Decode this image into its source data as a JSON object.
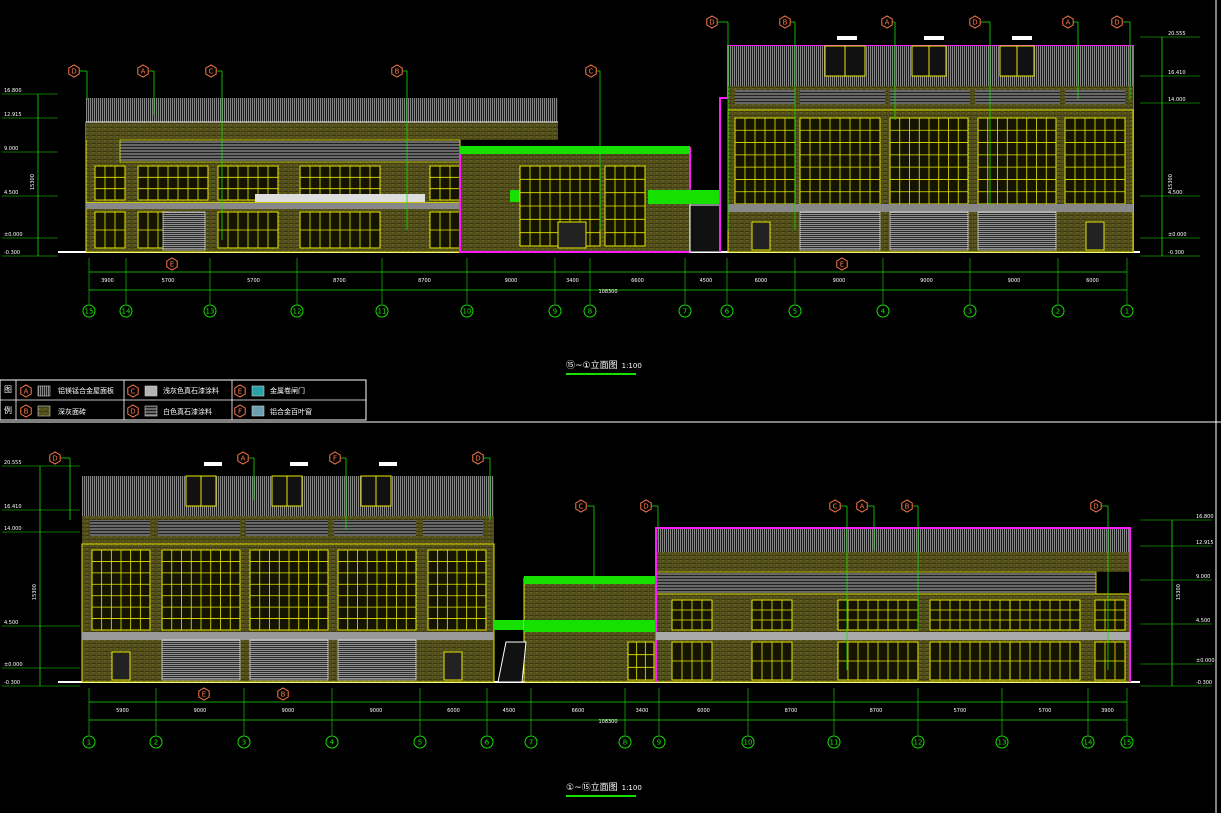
{
  "drawing": {
    "top_elevation": {
      "title": "⑮~①立面图",
      "scale": "1:100",
      "axes": [
        "15",
        "14",
        "13",
        "12",
        "11",
        "10",
        "9",
        "8",
        "7",
        "6",
        "5",
        "4",
        "3",
        "2",
        "1"
      ],
      "spans": [
        "3900",
        "5700",
        "5700",
        "8700",
        "8700",
        "9000",
        "3400",
        "6600",
        "4500",
        "6000",
        "9000",
        "9000",
        "9000",
        "6000"
      ],
      "total": "108300",
      "levels_left": [
        "16.800",
        "12.915",
        "9.000",
        "4.500",
        "±0.000",
        "-0.300"
      ],
      "levels_right": [
        "20.555",
        "16.410",
        "14.000",
        "4.500",
        "±0.000",
        "-0.300"
      ],
      "level_height": "15300",
      "tags_top": [
        "D",
        "B",
        "A",
        "D",
        "A",
        "D"
      ],
      "tags_mid": [
        "D",
        "A",
        "C",
        "B",
        "C"
      ],
      "tags_bottom": [
        "E",
        "E"
      ]
    },
    "bottom_elevation": {
      "title": "①~⑮立面图",
      "scale": "1:100",
      "axes": [
        "1",
        "2",
        "3",
        "4",
        "5",
        "6",
        "7",
        "8",
        "9",
        "10",
        "11",
        "12",
        "13",
        "14",
        "15"
      ],
      "spans": [
        "5900",
        "9000",
        "9000",
        "9000",
        "6000",
        "4500",
        "6600",
        "3400",
        "6000",
        "8700",
        "8700",
        "5700",
        "5700",
        "3900"
      ],
      "total": "108300",
      "levels_left": [
        "20.555",
        "16.410",
        "14.000",
        "4.500",
        "±0.000",
        "-0.300"
      ],
      "levels_right": [
        "16.800",
        "12.915",
        "9.000",
        "4.500",
        "±0.000",
        "-0.300"
      ],
      "level_height": "15300",
      "tags_top": [
        "D",
        "A",
        "F",
        "D"
      ],
      "tags_mid": [
        "C",
        "D",
        "C",
        "A",
        "B",
        "D"
      ],
      "tags_bottom": [
        "E",
        "B"
      ]
    },
    "legend": {
      "caption_1": "图",
      "caption_2": "例",
      "items": [
        {
          "tag": "A",
          "label": "铝镁锰合金屋面板"
        },
        {
          "tag": "C",
          "label": "浅灰色真石漆涂料"
        },
        {
          "tag": "E",
          "label": "金属卷闸门"
        },
        {
          "tag": "B",
          "label": "深灰面砖"
        },
        {
          "tag": "D",
          "label": "白色真石漆涂料"
        },
        {
          "tag": "F",
          "label": "铝合金百叶窗"
        }
      ]
    },
    "colors": {
      "background": "#000000",
      "green": "#16e000",
      "yellow": "#e8e800",
      "magenta": "#ff19ff",
      "tag": "#ff7a4a",
      "gray": "#b4b4b4"
    }
  }
}
